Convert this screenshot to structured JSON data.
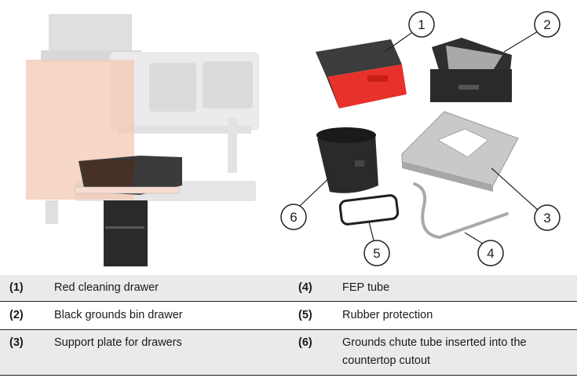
{
  "figure": {
    "callouts": [
      {
        "number": "1"
      },
      {
        "number": "2"
      },
      {
        "number": "3"
      },
      {
        "number": "4"
      },
      {
        "number": "5"
      },
      {
        "number": "6"
      }
    ]
  },
  "legend": {
    "rows": [
      {
        "left": {
          "num": "(1)",
          "text": "Red cleaning drawer"
        },
        "right": {
          "num": "(4)",
          "text": "FEP tube"
        }
      },
      {
        "left": {
          "num": "(2)",
          "text": "Black grounds bin drawer"
        },
        "right": {
          "num": "(5)",
          "text": "Rubber protection"
        }
      },
      {
        "left": {
          "num": "(3)",
          "text": "Support plate for drawers"
        },
        "right": {
          "num": "(6)",
          "text": "Grounds chute tube inserted into the countertop cutout"
        }
      }
    ]
  },
  "colors": {
    "red_drawer": "#e8312a",
    "highlight_panel": "#f3c8b0",
    "row_shade": "#eaeaea"
  }
}
